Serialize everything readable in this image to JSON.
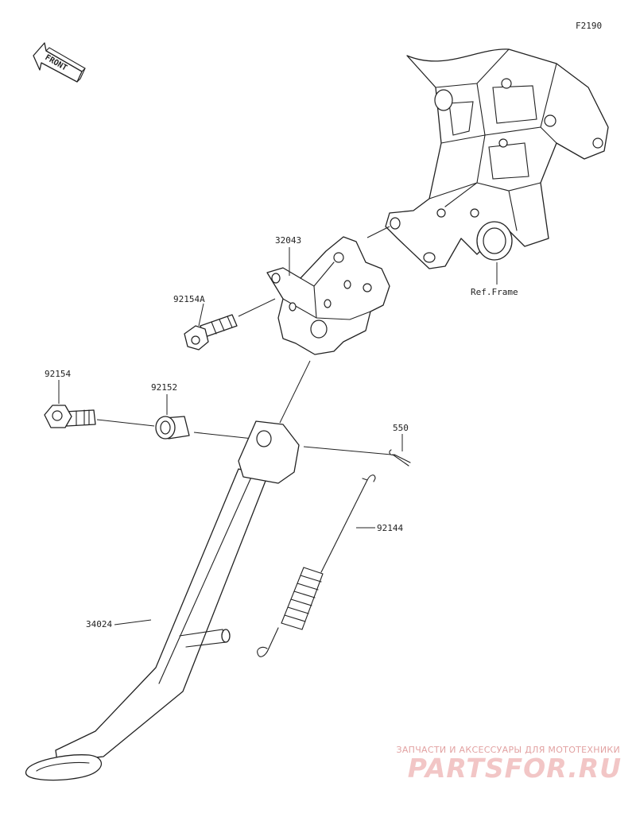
{
  "diagram_code": "F2190",
  "front_label": "FRONT",
  "ref_frame_label": "Ref.Frame",
  "parts": {
    "bracket": "32043",
    "bolt_a": "92154A",
    "bolt": "92154",
    "collar": "92152",
    "cotter_pin": "550",
    "spring": "92144",
    "side_stand": "34024"
  },
  "watermark": {
    "subtitle": "ЗАПЧАСТИ И АКСЕССУАРЫ ДЛЯ МОТОТЕХНИКИ",
    "brand": "PARTSFOR.RU"
  },
  "colors": {
    "line": "#222222",
    "watermark": "#f2c6c6"
  }
}
